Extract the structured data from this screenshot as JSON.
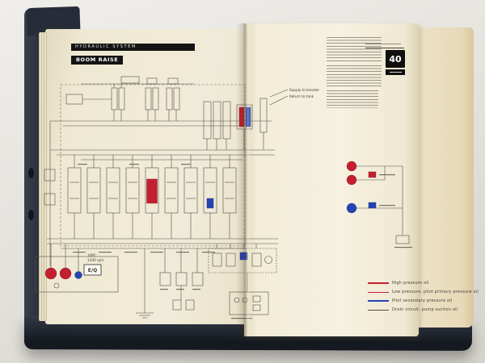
{
  "window": {
    "title": "Open service manual photograph — Hydraulic System, Boom Raise schematic"
  },
  "colors": {
    "background": "#e9e7e2",
    "cover": "#272d38",
    "page_left": "#efe8d0",
    "page_flap": "#f5f0de",
    "ink": "#524e45",
    "red": "#c22030",
    "blue": "#2544b4",
    "bar_black": "#141414"
  },
  "header": {
    "chapter": "HYDRAULIC SYSTEM",
    "section": "BOOM RAISE",
    "page_number": "40"
  },
  "schematic": {
    "pump_box_label": "E/Q",
    "engine_model": "10PC",
    "engine_speed": "1200 rpm",
    "note_line_1": "Supply to breaker",
    "note_line_2": "Return to tank"
  },
  "legend": {
    "items": [
      {
        "label": "High pressure oil",
        "color": "#c22030",
        "weight": "thick"
      },
      {
        "label": "Low pressure, pilot primary pressure oil",
        "color": "#c22030",
        "weight": "thin"
      },
      {
        "label": "Pilot secondary pressure oil",
        "color": "#2544b4",
        "weight": "thick"
      },
      {
        "label": "Drain circuit, pump suction oil",
        "color": "#524e45",
        "weight": "thin"
      }
    ]
  }
}
